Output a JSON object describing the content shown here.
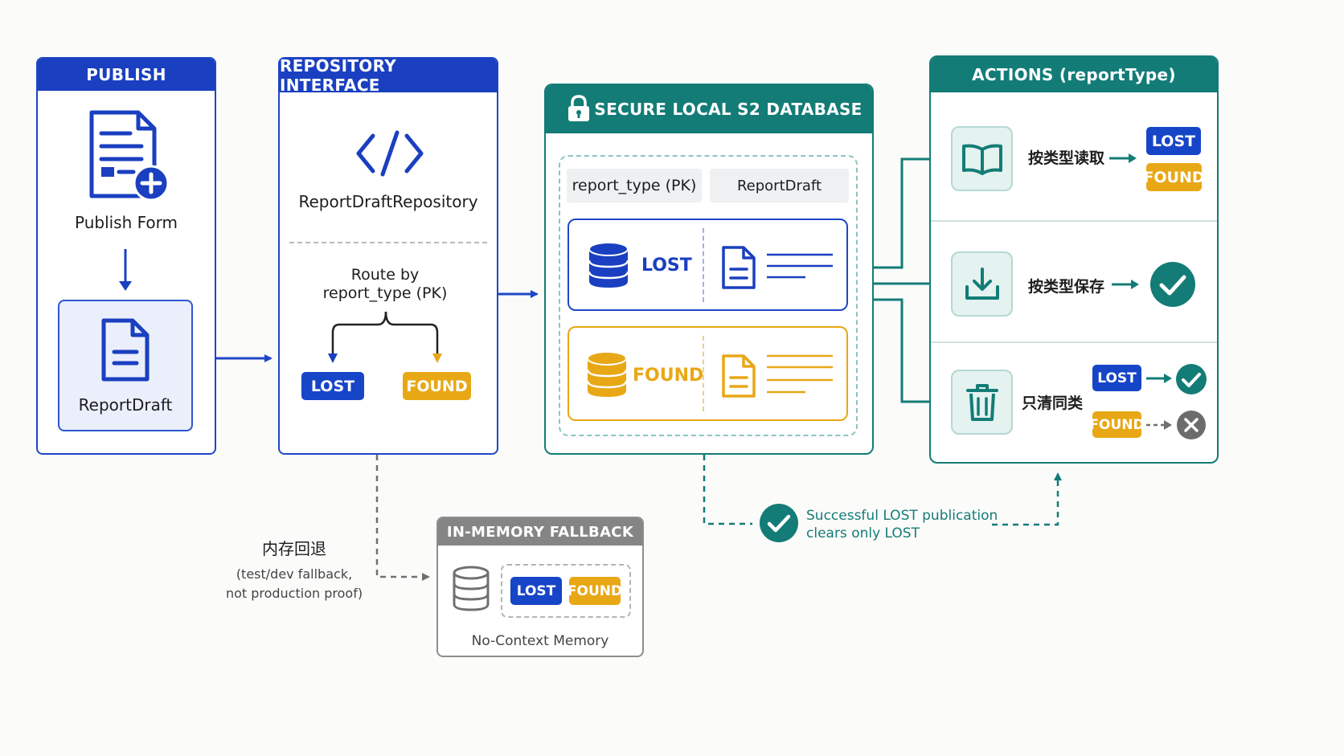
{
  "publish": {
    "header": "PUBLISH",
    "form_label": "Publish Form",
    "draft_label": "ReportDraft"
  },
  "repository": {
    "header": "REPOSITORY INTERFACE",
    "name": "ReportDraftRepository",
    "route_line1": "Route by",
    "route_line2": "report_type (PK)",
    "lost": "LOST",
    "found": "FOUND"
  },
  "database": {
    "header": "SECURE LOCAL S2 DATABASE",
    "col_pk": "report_type (PK)",
    "col_value": "ReportDraft",
    "lost_label": "LOST",
    "found_label": "FOUND"
  },
  "actions": {
    "header": "ACTIONS (reportType)",
    "read_label": "按类型读取",
    "read_lost": "LOST",
    "read_found": "FOUND",
    "save_label": "按类型保存",
    "clear_label": "只清同类",
    "clear_lost": "LOST",
    "clear_found": "FOUND"
  },
  "fallback": {
    "header": "IN-MEMORY FALLBACK",
    "lost": "LOST",
    "found": "FOUND",
    "memory_label": "No-Context Memory",
    "title": "内存回退",
    "note_line1": "(test/dev fallback,",
    "note_line2": "not production proof)"
  },
  "success_note": {
    "line1": "Successful LOST publication",
    "line2": "clears only LOST"
  },
  "colors": {
    "blue": "#1a3fc0",
    "teal": "#137c77",
    "gold": "#e8a715",
    "gray": "#858585"
  }
}
